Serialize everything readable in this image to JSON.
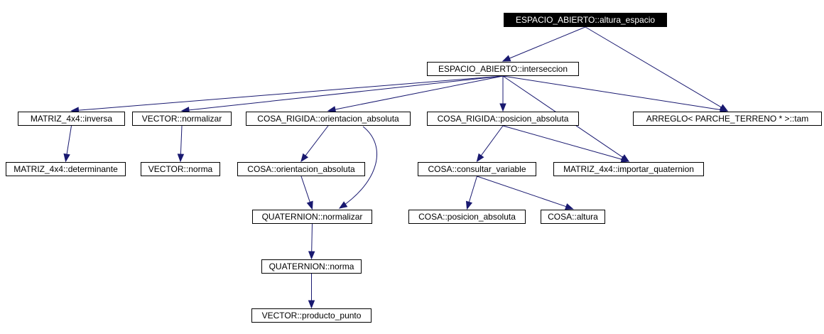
{
  "colors": {
    "edge": "#191970",
    "node_border": "#000000",
    "root_fill": "#000000",
    "root_text": "#ffffff",
    "background": "#ffffff"
  },
  "nodes": [
    {
      "id": "root",
      "label": "ESPACIO_ABIERTO::altura_espacio"
    },
    {
      "id": "interseccion",
      "label": "ESPACIO_ABIERTO::interseccion"
    },
    {
      "id": "matriz_inversa",
      "label": "MATRIZ_4x4::inversa"
    },
    {
      "id": "vector_normalizar",
      "label": "VECTOR::normalizar"
    },
    {
      "id": "cr_orientacion",
      "label": "COSA_RIGIDA::orientacion_absoluta"
    },
    {
      "id": "cr_posicion",
      "label": "COSA_RIGIDA::posicion_absoluta"
    },
    {
      "id": "arreglo_tam",
      "label": "ARREGLO< PARCHE_TERRENO * >::tam"
    },
    {
      "id": "matriz_determinante",
      "label": "MATRIZ_4x4::determinante"
    },
    {
      "id": "vector_norma",
      "label": "VECTOR::norma"
    },
    {
      "id": "cosa_orientacion",
      "label": "COSA::orientacion_absoluta"
    },
    {
      "id": "cosa_consultar",
      "label": "COSA::consultar_variable"
    },
    {
      "id": "matriz_importar",
      "label": "MATRIZ_4x4::importar_quaternion"
    },
    {
      "id": "quat_normalizar",
      "label": "QUATERNION::normalizar"
    },
    {
      "id": "cosa_posicion",
      "label": "COSA::posicion_absoluta"
    },
    {
      "id": "cosa_altura",
      "label": "COSA::altura"
    },
    {
      "id": "quat_norma",
      "label": "QUATERNION::norma"
    },
    {
      "id": "vector_producto",
      "label": "VECTOR::producto_punto"
    }
  ],
  "edges": [
    {
      "from": "root",
      "to": "interseccion"
    },
    {
      "from": "root",
      "to": "arreglo_tam"
    },
    {
      "from": "interseccion",
      "to": "matriz_inversa"
    },
    {
      "from": "interseccion",
      "to": "vector_normalizar"
    },
    {
      "from": "interseccion",
      "to": "cr_orientacion"
    },
    {
      "from": "interseccion",
      "to": "cr_posicion"
    },
    {
      "from": "interseccion",
      "to": "arreglo_tam"
    },
    {
      "from": "interseccion",
      "to": "matriz_importar"
    },
    {
      "from": "matriz_inversa",
      "to": "matriz_determinante"
    },
    {
      "from": "vector_normalizar",
      "to": "vector_norma"
    },
    {
      "from": "cr_orientacion",
      "to": "cosa_orientacion"
    },
    {
      "from": "cr_orientacion",
      "to": "quat_normalizar"
    },
    {
      "from": "cr_posicion",
      "to": "cosa_consultar"
    },
    {
      "from": "cr_posicion",
      "to": "matriz_importar"
    },
    {
      "from": "cosa_orientacion",
      "to": "quat_normalizar"
    },
    {
      "from": "cosa_consultar",
      "to": "cosa_posicion"
    },
    {
      "from": "cosa_consultar",
      "to": "cosa_altura"
    },
    {
      "from": "quat_normalizar",
      "to": "quat_norma"
    },
    {
      "from": "quat_norma",
      "to": "vector_producto"
    }
  ]
}
